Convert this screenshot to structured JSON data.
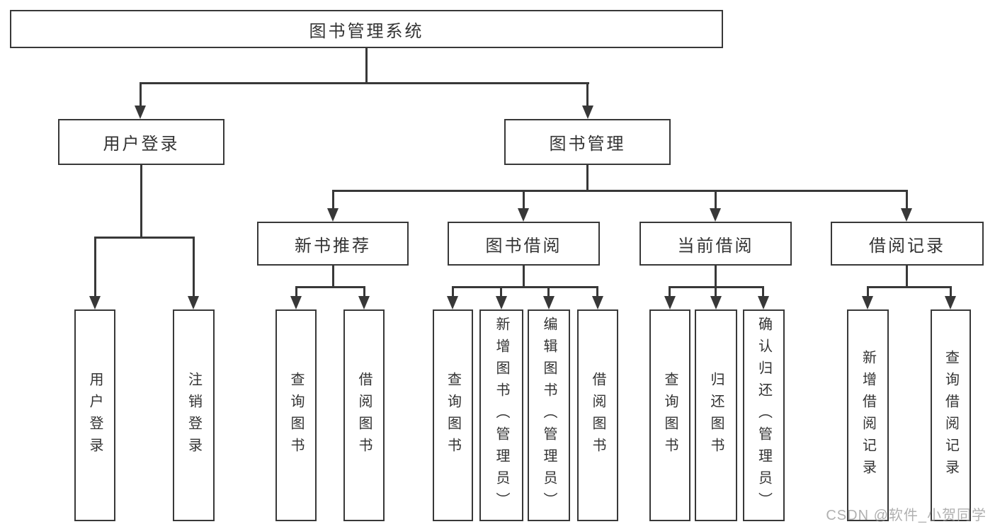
{
  "colors": {
    "line": "#383838",
    "text": "#333333",
    "box_background": "#ffffff",
    "watermark": "#969696"
  },
  "root": {
    "label": "图书管理系统"
  },
  "branches": {
    "user": {
      "label": "用户登录",
      "children": [
        {
          "label": "用户登录"
        },
        {
          "label": "注销登录"
        }
      ]
    },
    "books": {
      "label": "图书管理",
      "sections": [
        {
          "label": "新书推荐",
          "children": [
            {
              "label": "查询图书"
            },
            {
              "label": "借阅图书"
            }
          ]
        },
        {
          "label": "图书借阅",
          "children": [
            {
              "label": "查询图书"
            },
            {
              "label": "新增图书（管理员）"
            },
            {
              "label": "编辑图书（管理员）"
            },
            {
              "label": "借阅图书"
            }
          ]
        },
        {
          "label": "当前借阅",
          "children": [
            {
              "label": "查询图书"
            },
            {
              "label": "归还图书"
            },
            {
              "label": "确认归还（管理员）"
            }
          ]
        },
        {
          "label": "借阅记录",
          "children": [
            {
              "label": "新增借阅记录"
            },
            {
              "label": "查询借阅记录"
            }
          ]
        }
      ]
    }
  },
  "watermark": "CSDN @软件_小贺同学"
}
